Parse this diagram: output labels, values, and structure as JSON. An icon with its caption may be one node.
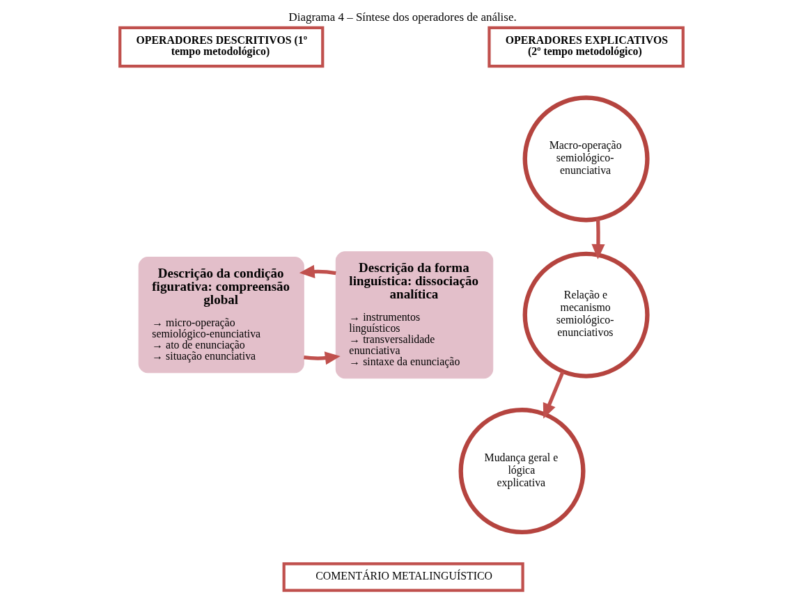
{
  "diagram": {
    "title": "Diagrama 4 – Síntese dos operadores de análise.",
    "nodes": [
      {
        "text": [
          "OPERADORES DESCRITIVOS (1º tempo metodológico)"
        ]
      },
      {
        "text": [
          "OPERADORES EXPLICATIVOS (2º tempo metodológico)"
        ]
      },
      {
        "text": [
          "Descrição da condição figurativa: compreensão global",
          "→ micro-operação semiológico-enunciativa",
          "→ ato de enunciação",
          "→ situação enunciativa"
        ]
      },
      {
        "text": [
          "Descrição da forma linguística: dissociação analítica",
          "→ instrumentos linguísticos",
          "→ transversalidade enunciativa",
          "→ sintaxe da enunciação"
        ]
      },
      {
        "text": [
          "Macro-operação semiológico-enunciativa"
        ]
      },
      {
        "text": [
          "Relação e mecanismo semiológico-enunciativos"
        ]
      },
      {
        "text": [
          "Mudança geral e lógica explicativa"
        ]
      },
      {
        "text": [
          "COMENTÁRIO METALINGUÍSTICO"
        ]
      }
    ],
    "edges": [
      {
        "from": 2,
        "to": 3,
        "arrow": "to"
      },
      {
        "from": 3,
        "to": 2,
        "arrow": "to"
      },
      {
        "from": 4,
        "to": 5,
        "arrow": "to"
      },
      {
        "from": 5,
        "to": 6,
        "arrow": "to"
      }
    ]
  }
}
